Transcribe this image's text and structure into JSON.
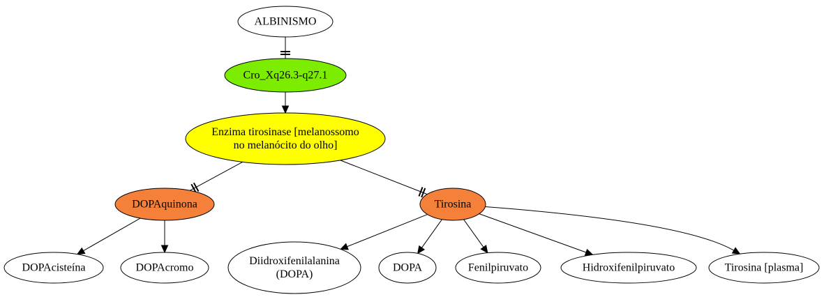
{
  "colors": {
    "white": "#ffffff",
    "green": "#7cec00",
    "yellow": "#ffff00",
    "orange": "#f5803a",
    "stroke": "#000000"
  },
  "nodes": {
    "albinismo": {
      "lines": [
        "ALBINISMO"
      ],
      "fill": "white"
    },
    "cromossomo": {
      "lines": [
        "Cro_Xq26.3-q27.1"
      ],
      "fill": "green"
    },
    "tirosinase": {
      "lines": [
        "Enzima tirosinase [melanossomo",
        "no melanócito do olho]"
      ],
      "fill": "yellow"
    },
    "dopaquinona": {
      "lines": [
        "DOPAquinona"
      ],
      "fill": "orange"
    },
    "tirosina": {
      "lines": [
        "Tirosina"
      ],
      "fill": "orange"
    },
    "dopacisteina": {
      "lines": [
        "DOPAcisteína"
      ],
      "fill": "white"
    },
    "dopacromo": {
      "lines": [
        "DOPAcromo"
      ],
      "fill": "white"
    },
    "diidroxifenilalanina": {
      "lines": [
        "Diidroxifenilalanina",
        "(DOPA)"
      ],
      "fill": "white"
    },
    "dopa": {
      "lines": [
        "DOPA"
      ],
      "fill": "white"
    },
    "fenilpiruvato": {
      "lines": [
        "Fenilpiruvato"
      ],
      "fill": "white"
    },
    "hidroxifenilpiruvato": {
      "lines": [
        "Hidroxifenilpiruvato"
      ],
      "fill": "white"
    },
    "tirosina_plasma": {
      "lines": [
        "Tirosina [plasma]"
      ],
      "fill": "white"
    }
  },
  "edges": [
    {
      "from": "albinismo",
      "to": "cromossomo",
      "head": "tee"
    },
    {
      "from": "cromossomo",
      "to": "tirosinase",
      "head": "arrow"
    },
    {
      "from": "tirosinase",
      "to": "dopaquinona",
      "head": "tee"
    },
    {
      "from": "tirosinase",
      "to": "tirosina",
      "head": "tee"
    },
    {
      "from": "dopaquinona",
      "to": "dopacisteina",
      "head": "arrow"
    },
    {
      "from": "dopaquinona",
      "to": "dopacromo",
      "head": "arrow"
    },
    {
      "from": "tirosina",
      "to": "diidroxifenilalanina",
      "head": "arrow"
    },
    {
      "from": "tirosina",
      "to": "dopa",
      "head": "arrow"
    },
    {
      "from": "tirosina",
      "to": "fenilpiruvato",
      "head": "arrow"
    },
    {
      "from": "tirosina",
      "to": "hidroxifenilpiruvato",
      "head": "arrow"
    },
    {
      "from": "tirosina",
      "to": "tirosina_plasma",
      "head": "arrow"
    }
  ]
}
